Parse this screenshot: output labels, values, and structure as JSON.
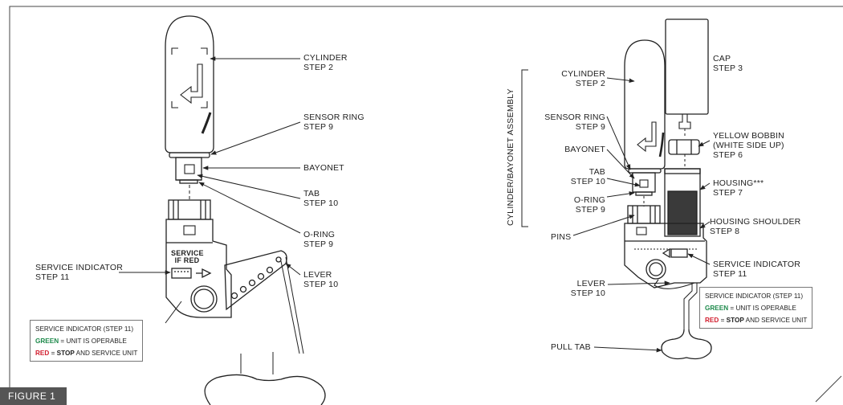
{
  "figure_label": "FIGURE 1",
  "left": {
    "cylinder": [
      "CYLINDER",
      "STEP 2"
    ],
    "sensor_ring": [
      "SENSOR RING",
      "STEP 9"
    ],
    "bayonet": "BAYONET",
    "tab": [
      "TAB",
      "STEP 10"
    ],
    "o_ring": [
      "O-RING",
      "STEP 9"
    ],
    "lever": [
      "LEVER",
      "STEP 10"
    ],
    "service_indicator": [
      "SERVICE INDICATOR",
      "STEP 11"
    ],
    "stamp": [
      "SERVICE",
      "IF RED"
    ],
    "note": {
      "title": "SERVICE INDICATOR (STEP 11)",
      "green_word": "GREEN",
      "green_rest": " = UNIT IS OPERABLE",
      "red_word": "RED",
      "red_mid": " = ",
      "red_stop": "STOP",
      "red_rest": " AND SERVICE UNIT"
    }
  },
  "right": {
    "assembly_label": "CYLINDER/BAYONET ASSEMBLY",
    "cylinder": [
      "CYLINDER",
      "STEP 2"
    ],
    "sensor_ring": [
      "SENSOR RING",
      "STEP 9"
    ],
    "bayonet": "BAYONET",
    "tab": [
      "TAB",
      "STEP 10"
    ],
    "o_ring": [
      "O-RING",
      "STEP 9"
    ],
    "pins": "PINS",
    "lever": [
      "LEVER",
      "STEP 10"
    ],
    "pull_tab": "PULL TAB",
    "cap": [
      "CAP",
      "STEP 3"
    ],
    "bobbin": [
      "YELLOW BOBBIN",
      "(WHITE SIDE UP)",
      "STEP 6"
    ],
    "housing": [
      "HOUSING***",
      "STEP 7"
    ],
    "housing_shoulder": [
      "HOUSING SHOULDER",
      "STEP 8"
    ],
    "service_indicator": [
      "SERVICE INDICATOR",
      "STEP 11"
    ],
    "note": {
      "title": "SERVICE INDICATOR (STEP 11)",
      "green_word": "GREEN",
      "green_rest": " = UNIT IS OPERABLE",
      "red_word": "RED",
      "red_mid": " = ",
      "red_stop": "STOP",
      "red_rest": " AND SERVICE UNIT"
    }
  }
}
